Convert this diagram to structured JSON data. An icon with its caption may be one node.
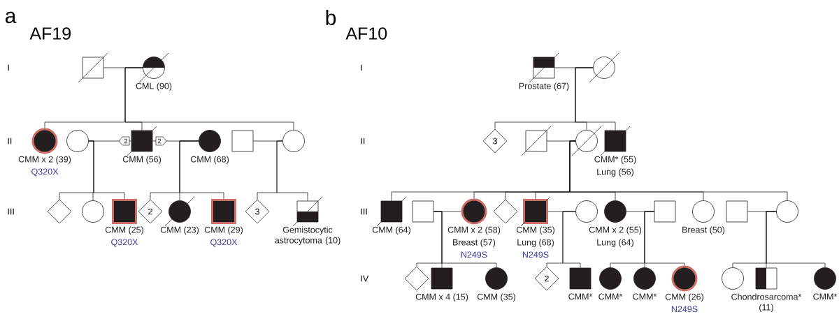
{
  "diagram": {
    "nodes": [
      {
        "text": [],
        "shape": "box"
      },
      {
        "text": [],
        "shape": "circle",
        "beside": [
          "CML (90)"
        ]
      },
      {
        "text": [],
        "shape": "circle",
        "beside": [
          "CMM x 2 (39)",
          "Q320X"
        ]
      },
      {
        "text": [],
        "shape": "circle"
      },
      {
        "text": [],
        "shape": "box",
        "beside": [
          "CMM (56)"
        ]
      },
      {
        "text": [],
        "shape": "circle",
        "beside": [
          "CMM (68)"
        ]
      },
      {
        "text": [],
        "shape": "box"
      },
      {
        "text": [],
        "shape": "circle"
      },
      {
        "text": [],
        "shape": "diamond"
      },
      {
        "text": [],
        "shape": "circle"
      },
      {
        "text": [],
        "shape": "box",
        "beside": [
          "CMM (25)",
          "Q320X"
        ]
      },
      {
        "text": [
          "2"
        ]
      },
      {
        "text": [],
        "shape": "circle",
        "beside": [
          "CMM (23)"
        ]
      },
      {
        "text": [],
        "shape": "box",
        "beside": [
          "CMM (29)",
          "Q320X"
        ]
      },
      {
        "text": [
          "3"
        ]
      },
      {
        "text": [],
        "shape": "box",
        "beside": [
          "Gemistocytic astrocytoma (10)"
        ]
      },
      {
        "text": [],
        "shape": "box",
        "beside": [
          "Prostate (67)"
        ]
      },
      {
        "text": [],
        "shape": "circle"
      },
      {
        "text": [
          "3"
        ]
      },
      {
        "text": [],
        "shape": "box"
      },
      {
        "text": [],
        "shape": "circle"
      },
      {
        "text": [],
        "shape": "box",
        "beside": [
          "CMM* (55)",
          "Lung (56)"
        ]
      },
      {
        "text": [],
        "shape": "box",
        "beside": [
          "CMM (64)"
        ]
      },
      {
        "text": [],
        "shape": "box"
      },
      {
        "text": [],
        "shape": "circle",
        "beside": [
          "CMM x 2 (58)",
          "Breast (57)",
          "N249S"
        ]
      },
      {
        "text": [],
        "shape": "diamond"
      },
      {
        "text": [],
        "shape": "box",
        "beside": [
          "CMM (35)",
          "Lung (68)",
          "N249S"
        ]
      },
      {
        "text": [],
        "shape": "circle"
      },
      {
        "text": [],
        "shape": "circle",
        "beside": [
          "CMM x 2 (55)",
          "Lung (64)"
        ]
      },
      {
        "text": [],
        "shape": "box"
      },
      {
        "text": [],
        "shape": "circle",
        "beside": [
          "Breast (50)"
        ]
      },
      {
        "text": [],
        "shape": "box"
      },
      {
        "text": [],
        "shape": "circle"
      },
      {
        "text": [],
        "shape": "diamond"
      },
      {
        "text": [],
        "shape": "box",
        "beside": [
          "CMM x 4 (15)"
        ]
      },
      {
        "text": [],
        "shape": "circle",
        "beside": [
          "CMM (35)"
        ]
      },
      {
        "text": [
          "2"
        ]
      },
      {
        "text": [],
        "shape": "box",
        "beside": [
          "CMM*"
        ]
      },
      {
        "text": [],
        "shape": "circle",
        "beside": [
          "CMM*"
        ]
      },
      {
        "text": [],
        "shape": "circle",
        "beside": [
          "CMM*"
        ]
      },
      {
        "text": [],
        "shape": "circle",
        "beside": [
          "CMM (26)",
          "N249S"
        ]
      },
      {
        "text": [],
        "shape": "circle"
      },
      {
        "text": [],
        "shape": "box",
        "beside": [
          "Chondrosarcoma* (11)"
        ]
      },
      {
        "text": [],
        "shape": "circle",
        "beside": [
          "CMM*"
        ]
      }
    ],
    "edges": [
      {
        "from": 0,
        "to": 1,
        "arrow": "none"
      },
      {
        "from": 1,
        "to": 2,
        "arrow": "none"
      },
      {
        "from": 1,
        "to": 4,
        "arrow": "none"
      },
      {
        "from": 1,
        "to": 7,
        "arrow": "none"
      },
      {
        "from": 3,
        "to": 4,
        "arrow": "none"
      },
      {
        "from": 4,
        "to": 5,
        "arrow": "none"
      },
      {
        "from": 6,
        "to": 7,
        "arrow": "none"
      },
      {
        "from": 3,
        "to": 8,
        "arrow": "none"
      },
      {
        "from": 3,
        "to": 9,
        "arrow": "none"
      },
      {
        "from": 3,
        "to": 10,
        "arrow": "none"
      },
      {
        "from": 5,
        "to": 11,
        "arrow": "none"
      },
      {
        "from": 5,
        "to": 12,
        "arrow": "none"
      },
      {
        "from": 5,
        "to": 13,
        "arrow": "none"
      },
      {
        "from": 7,
        "to": 14,
        "arrow": "none"
      },
      {
        "from": 7,
        "to": 15,
        "arrow": "none"
      },
      {
        "from": 16,
        "to": 17,
        "arrow": "none"
      },
      {
        "from": 17,
        "to": 18,
        "arrow": "none"
      },
      {
        "from": 17,
        "to": 20,
        "arrow": "none"
      },
      {
        "from": 17,
        "to": 21,
        "arrow": "none"
      },
      {
        "from": 19,
        "to": 20,
        "arrow": "none"
      },
      {
        "from": 20,
        "to": 22,
        "arrow": "none"
      },
      {
        "from": 20,
        "to": 24,
        "arrow": "none"
      },
      {
        "from": 20,
        "to": 25,
        "arrow": "none"
      },
      {
        "from": 20,
        "to": 26,
        "arrow": "none"
      },
      {
        "from": 20,
        "to": 28,
        "arrow": "none"
      },
      {
        "from": 20,
        "to": 30,
        "arrow": "none"
      },
      {
        "from": 20,
        "to": 32,
        "arrow": "none"
      },
      {
        "from": 23,
        "to": 24,
        "arrow": "none"
      },
      {
        "from": 26,
        "to": 27,
        "arrow": "none"
      },
      {
        "from": 28,
        "to": 29,
        "arrow": "none"
      },
      {
        "from": 31,
        "to": 32,
        "arrow": "none"
      },
      {
        "from": 23,
        "to": 33,
        "arrow": "none"
      },
      {
        "from": 23,
        "to": 34,
        "arrow": "none"
      },
      {
        "from": 23,
        "to": 35,
        "arrow": "none"
      },
      {
        "from": 27,
        "to": 36,
        "arrow": "none"
      },
      {
        "from": 27,
        "to": 37,
        "arrow": "none"
      },
      {
        "from": 29,
        "to": 38,
        "arrow": "none"
      },
      {
        "from": 29,
        "to": 39,
        "arrow": "none"
      },
      {
        "from": 29,
        "to": 40,
        "arrow": "none"
      },
      {
        "from": 32,
        "to": 41,
        "arrow": "none"
      },
      {
        "from": 32,
        "to": 42,
        "arrow": "none"
      },
      {
        "from": 32,
        "to": 43,
        "arrow": "none"
      }
    ],
    "labels": [
      "a",
      "AF19",
      "I",
      "II",
      "2",
      "2",
      "III",
      "b",
      "AF10",
      "I",
      "II",
      "III",
      "IV"
    ]
  }
}
